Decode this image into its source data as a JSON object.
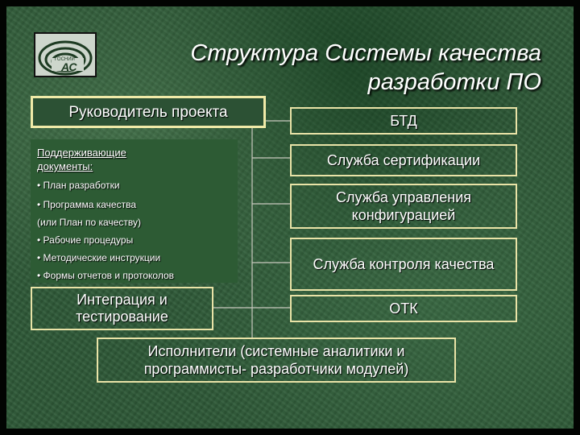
{
  "title": {
    "line1": "Структура Системы качества",
    "line2": "разработки ПО"
  },
  "logo": {
    "text": "ГОСНИИ",
    "mark": "АС"
  },
  "lead": "Руководитель проекта",
  "docs": {
    "heading": "Поддерживающие документы:",
    "items": [
      "• План разработки",
      "• Программа качества",
      "(или План по качеству)",
      "• Рабочие процедуры",
      "• Методические инструкции",
      "• Формы отчетов и протоколов"
    ]
  },
  "integration": "Интеграция и тестирование",
  "services": [
    "БТД",
    "Служба сертификации",
    "Служба управления конфигурацией",
    "Служба контроля качества",
    "ОТК"
  ],
  "performers": "Исполнители (системные аналитики и программисты- разработчики модулей)",
  "colors": {
    "background": "#2f5a38",
    "border": "#e9e3a7",
    "text": "#ffffff"
  }
}
